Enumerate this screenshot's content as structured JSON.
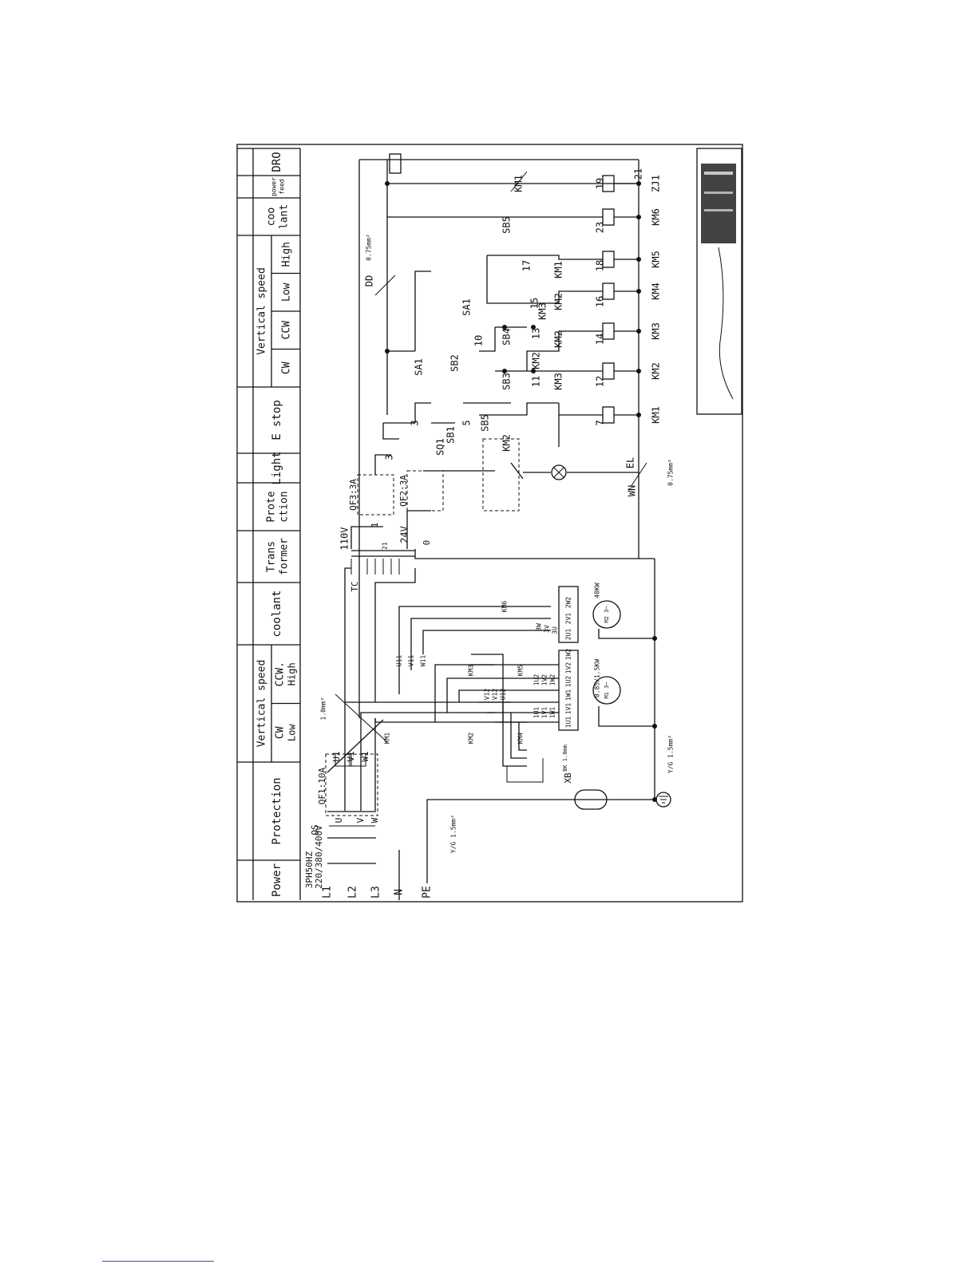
{
  "header_sections": [
    {
      "label": "Power"
    },
    {
      "label": "Protection"
    },
    {
      "label": "Vertical speed",
      "sub": [
        {
          "top": "CW",
          "bottom": "Low"
        },
        {
          "top": "CCW.",
          "bottom": "High"
        }
      ]
    },
    {
      "label": "coolant"
    },
    {
      "label": "Trans former"
    },
    {
      "label": "Prote ction"
    },
    {
      "label": "Light"
    },
    {
      "label": "E stop"
    },
    {
      "label": "Vertical speed",
      "sub": [
        {
          "top": "CW"
        },
        {
          "top": "CCW"
        },
        {
          "top": "Low"
        },
        {
          "top": "High"
        }
      ]
    },
    {
      "label": "coo lant"
    },
    {
      "label": "power feed"
    },
    {
      "label": "DRO"
    }
  ],
  "supply": {
    "spec_line1": "3PH50HZ",
    "spec_line2": "220/380/400V",
    "switch": "QS",
    "lines": [
      "L1",
      "L2",
      "L3",
      "N",
      "PE"
    ],
    "phases": [
      "U",
      "V",
      "W"
    ]
  },
  "breakers": {
    "main": "QF1:10A",
    "outputs": [
      "U1",
      "V1",
      "W1"
    ],
    "control": "QF3:3A",
    "light": "QF2:3A"
  },
  "wires": {
    "power_wire": "1.0mm²",
    "control_wire": "0.75mm²",
    "light_wire": "0.75mm²",
    "earth_wire_left": "Y/G 1.5mm²",
    "earth_wire_right": "Y/G 1.5mm²"
  },
  "earth_terminal": "XB",
  "motor_main": {
    "label": "M1 3~",
    "rating": "0.85/1.5KW",
    "contactors": [
      "KM1",
      "KM2",
      "KM3",
      "KM4",
      "KM5"
    ],
    "thermal": "BK 1.0mm",
    "bus": [
      "U11",
      "V11",
      "W11"
    ],
    "mid_bus": [
      "V12",
      "V12",
      "U12"
    ],
    "low_terminals": [
      "1U1",
      "1V1",
      "1W1"
    ],
    "high_terminals": [
      "1U2",
      "1V2",
      "1W2"
    ],
    "terminal_box": [
      "1U1",
      "1V1",
      "1W1",
      "1U2",
      "1V2",
      "1W2"
    ]
  },
  "motor_coolant": {
    "label": "M2 3~",
    "rating": "40KW",
    "contactor": "KM6",
    "terminals": [
      "3U",
      "3V",
      "3W"
    ],
    "terminal_box": [
      "2U1",
      "2V1",
      "2W2"
    ]
  },
  "transformer": {
    "label": "TC",
    "v110": "110V",
    "v24": "24V",
    "tap": "21",
    "zero": "0",
    "one": "1"
  },
  "control": {
    "node_3": "3",
    "node_5": "5",
    "node_7": "7",
    "node_10": "10",
    "node_11": "11",
    "node_12": "12",
    "node_13": "13",
    "node_14": "14",
    "node_15": "15",
    "node_16": "16",
    "node_17": "17",
    "node_18": "18",
    "node_19": "19",
    "node_23": "23",
    "node_21": "21",
    "sq1": "SQ1",
    "sb1": "SB1",
    "sb5": "SB5",
    "sb2": "SB2",
    "sb3": "SB3",
    "sb4": "SB4",
    "sa1": "SA1",
    "km1": "KM1",
    "km2": "KM2",
    "km3": "KM3",
    "lamp": "EL",
    "wn": "WN",
    "dro": "DD",
    "coils": [
      "KM1",
      "KM2",
      "KM3",
      "KM4",
      "KM5",
      "KM6",
      "ZJ1"
    ]
  }
}
